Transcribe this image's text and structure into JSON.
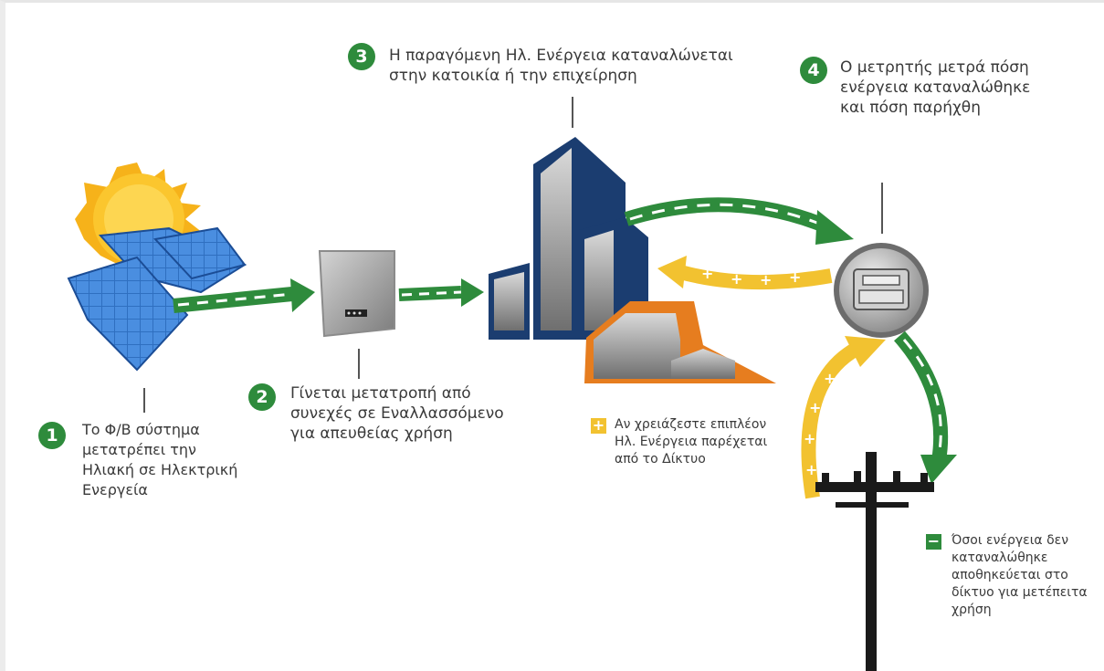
{
  "colors": {
    "green": "#2e8b3c",
    "yellow": "#f2c230",
    "building_navy": "#1b3d70",
    "house_orange": "#e67d1f",
    "text": "#3a3a3a"
  },
  "steps": [
    {
      "number": "1",
      "text": "Το Φ/Β σύστημα\nμετατρέπει την\nΗλιακή σε Ηλεκτρική\nΕνεργεία"
    },
    {
      "number": "2",
      "text": "Γίνεται μετατροπή από\nσυνεχές σε Εναλλασσόμενο\nγια απευθείας χρήση"
    },
    {
      "number": "3",
      "text": "Η παραγόμενη Ηλ. Ενέργεια καταναλώνεται\nστην κατοικία ή την επιχείρηση"
    },
    {
      "number": "4",
      "text": "Ο μετρητής μετρά πόση\nενέργεια καταναλώθηκε\nκαι πόση παρήχθη"
    }
  ],
  "legend": {
    "plus": {
      "symbol": "+",
      "text": "Αν χρειάζεστε επιπλέον\nΗλ. Ενέργεια παρέχεται\nαπό το Δίκτυο"
    },
    "minus": {
      "symbol": "−",
      "text": "Όσοι ενέργεια δεν\nκαταναλώθηκε\nαποθηκεύεται στο\nδίκτυο για μετέπειτα\nχρήση"
    }
  },
  "icons": [
    "sun-icon",
    "solar-panel-icon",
    "inverter-icon",
    "building-icon",
    "house-icon",
    "electric-meter-icon",
    "utility-pole-icon"
  ]
}
